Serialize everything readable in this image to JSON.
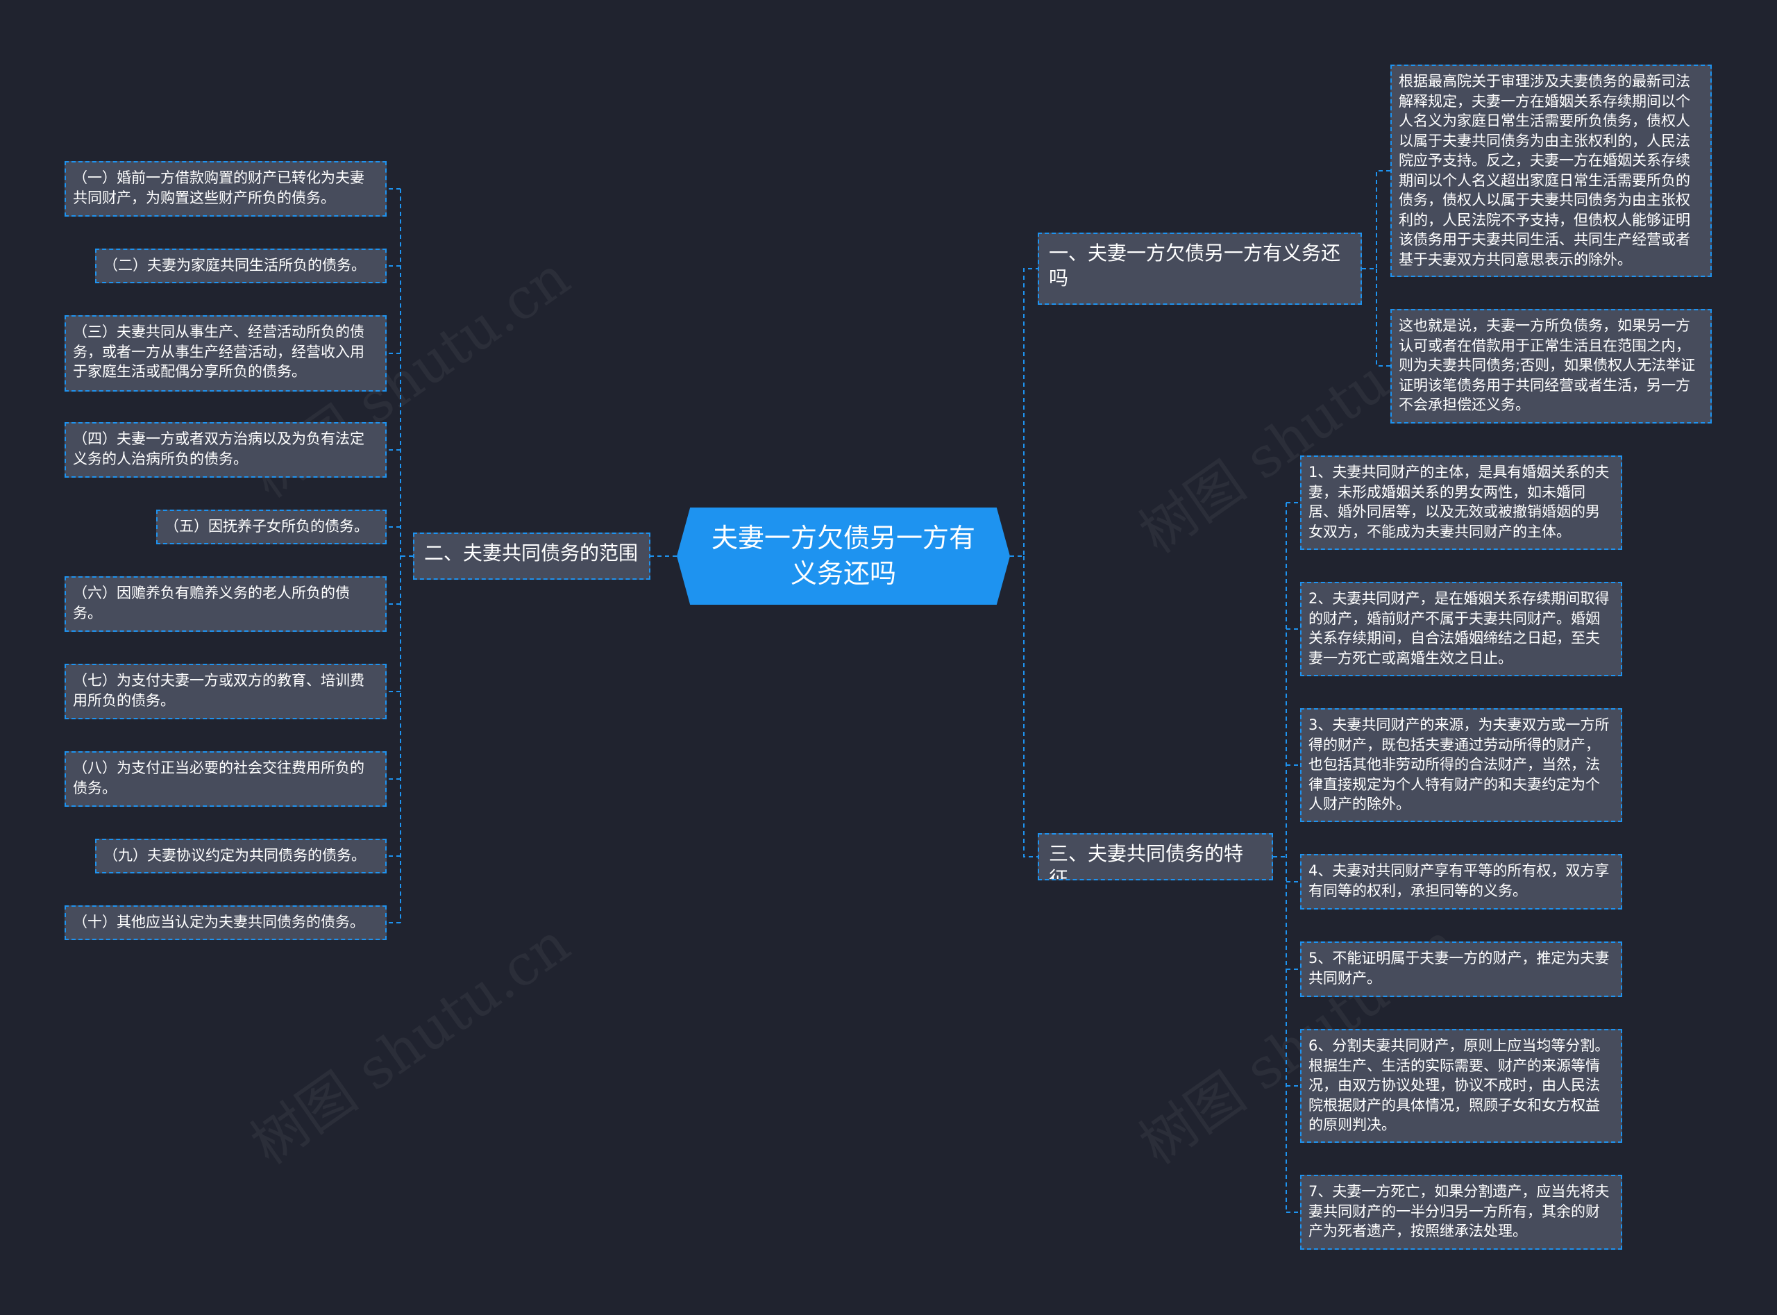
{
  "center": {
    "title": "夫妻一方欠债另一方有义务还吗"
  },
  "branches": {
    "b1": {
      "title": "一、夫妻一方欠债另一方有义务还吗"
    },
    "b2": {
      "title": "二、夫妻共同债务的范围"
    },
    "b3": {
      "title": "三、夫妻共同债务的特征"
    }
  },
  "b1_items": [
    "根据最高院关于审理涉及夫妻债务的最新司法解释规定，夫妻一方在婚姻关系存续期间以个人名义为家庭日常生活需要所负债务，债权人以属于夫妻共同债务为由主张权利的，人民法院应予支持。反之，夫妻一方在婚姻关系存续期间以个人名义超出家庭日常生活需要所负的债务，债权人以属于夫妻共同债务为由主张权利的，人民法院不予支持，但债权人能够证明该债务用于夫妻共同生活、共同生产经营或者基于夫妻双方共同意思表示的除外。",
    "这也就是说，夫妻一方所负债务，如果另一方认可或者在借款用于正常生活且在范围之内，则为夫妻共同债务;否则，如果债权人无法举证证明该笔债务用于共同经营或者生活，另一方不会承担偿还义务。"
  ],
  "b2_items": [
    "（一）婚前一方借款购置的财产已转化为夫妻共同财产，为购置这些财产所负的债务。",
    "（二）夫妻为家庭共同生活所负的债务。",
    "（三）夫妻共同从事生产、经营活动所负的债务，或者一方从事生产经营活动，经营收入用于家庭生活或配偶分享所负的债务。",
    "（四）夫妻一方或者双方治病以及为负有法定义务的人治病所负的债务。",
    "（五）因抚养子女所负的债务。",
    "（六）因赡养负有赡养义务的老人所负的债务。",
    "（七）为支付夫妻一方或双方的教育、培训费用所负的债务。",
    "（八）为支付正当必要的社会交往费用所负的债务。",
    "（九）夫妻协议约定为共同债务的债务。",
    "（十）其他应当认定为夫妻共同债务的债务。"
  ],
  "b3_items": [
    "1、夫妻共同财产的主体，是具有婚姻关系的夫妻，未形成婚姻关系的男女两性，如未婚同居、婚外同居等，以及无效或被撤销婚姻的男女双方，不能成为夫妻共同财产的主体。",
    "2、夫妻共同财产，是在婚姻关系存续期间取得的财产，婚前财产不属于夫妻共同财产。婚姻关系存续期间，自合法婚姻缔结之日起，至夫妻一方死亡或离婚生效之日止。",
    "3、夫妻共同财产的来源，为夫妻双方或一方所得的财产，既包括夫妻通过劳动所得的财产，也包括其他非劳动所得的合法财产，当然，法律直接规定为个人特有财产的和夫妻约定为个人财产的除外。",
    "4、夫妻对共同财产享有平等的所有权，双方享有同等的权利，承担同等的义务。",
    "5、不能证明属于夫妻一方的财产，推定为夫妻共同财产。",
    "6、分割夫妻共同财产，原则上应当均等分割。根据生产、生活的实际需要、财产的来源等情况，由双方协议处理，协议不成时，由人民法院根据财产的具体情况，照顾子女和女方权益的原则判决。",
    "7、夫妻一方死亡，如果分割遗产，应当先将夫妻共同财产的一半分归另一方所有，其余的财产为死者遗产，按照继承法处理。"
  ],
  "colors": {
    "background": "#20232f",
    "accent": "#1e93f0",
    "node_fill": "#474c5c",
    "text": "#ffffff"
  }
}
